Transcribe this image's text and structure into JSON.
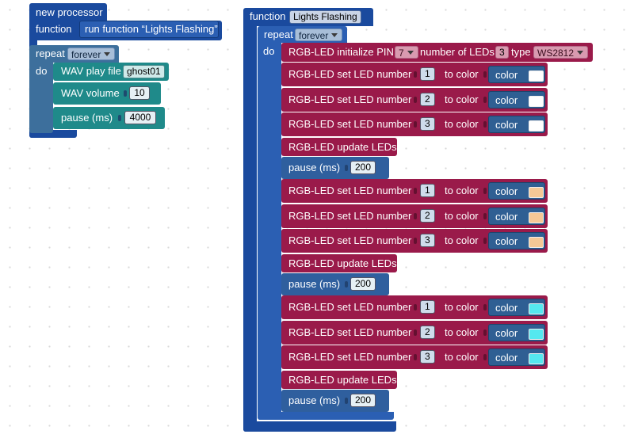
{
  "processor": {
    "title": "new processor",
    "function_label": "function",
    "run_function": "run function “Lights Flashing”",
    "repeat_label": "repeat",
    "repeat_mode": "forever",
    "do_label": "do",
    "wav_play_label": "WAV play file",
    "wav_file": "ghost01",
    "wav_volume_label": "WAV volume",
    "wav_volume": "10",
    "pause_label": "pause (ms)",
    "pause_value": "4000"
  },
  "function_block": {
    "label": "function",
    "name": "Lights Flashing",
    "repeat_label": "repeat",
    "repeat_mode": "forever",
    "do_label": "do",
    "init": {
      "label": "RGB-LED initialize PIN",
      "pin": "7",
      "count_label": "number of LEDs",
      "count": "3",
      "type_label": "type",
      "type": "WS2812"
    },
    "set_label": "RGB-LED set LED number",
    "to_color_label": "to color",
    "color_label": "color",
    "update_label": "RGB-LED update LEDs",
    "pause_label": "pause (ms)",
    "groups": [
      {
        "color": "#ffffff",
        "leds": [
          "1",
          "2",
          "3"
        ],
        "pause": "200"
      },
      {
        "color": "#f5c896",
        "leds": [
          "1",
          "2",
          "3"
        ],
        "pause": "200"
      },
      {
        "color": "#55e8ef",
        "leds": [
          "1",
          "2",
          "3"
        ],
        "pause": "200"
      }
    ]
  }
}
